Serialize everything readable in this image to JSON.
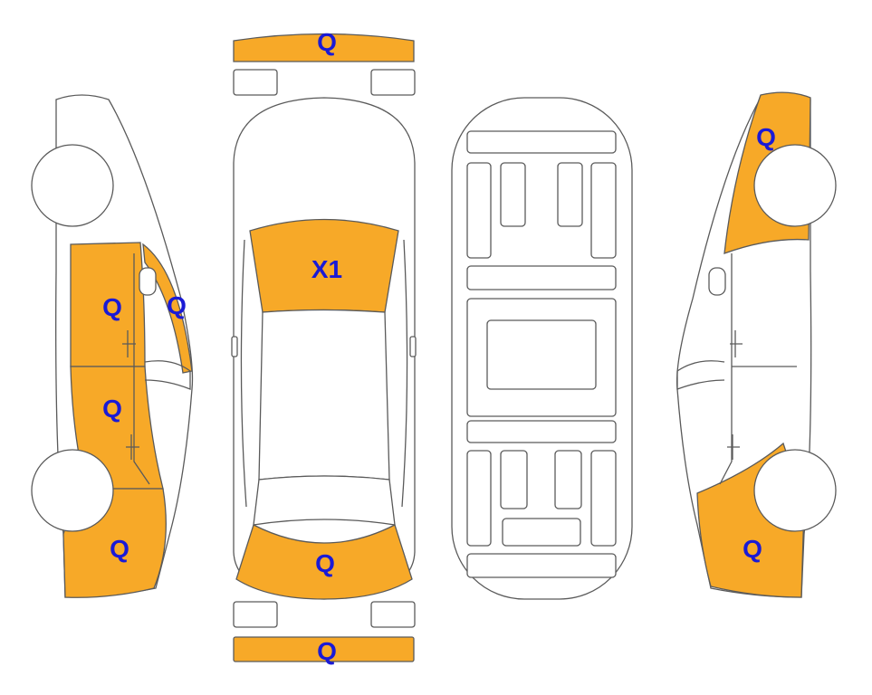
{
  "colors": {
    "damaged": "#F7A928",
    "marker": "#1A1AD6",
    "outline": "#5a5a5a"
  },
  "markers": {
    "front_bumper": "Q",
    "windshield": "X1",
    "trunk": "Q",
    "rear_bumper": "Q",
    "left_front_door": "Q",
    "left_a_pillar": "Q",
    "left_rear_door": "Q",
    "left_rear_quarter": "Q",
    "right_front_fender": "Q",
    "right_rear_quarter": "Q"
  }
}
